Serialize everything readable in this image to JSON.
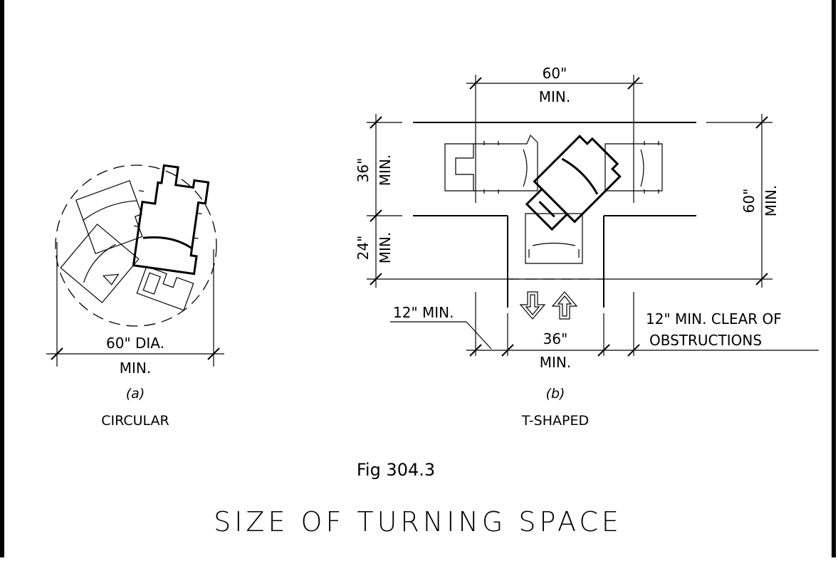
{
  "figure": {
    "number": "Fig 304.3",
    "title": "SIZE OF TURNING SPACE"
  },
  "circular": {
    "dimension": "60\" DIA.",
    "dimension_min": "MIN.",
    "label": "(a)",
    "caption": "CIRCULAR"
  },
  "t_shaped": {
    "top_width": "60\"",
    "top_width_min": "MIN.",
    "arm_depth": "36\"",
    "arm_depth_min": "MIN.",
    "stem_extra": "24\"",
    "stem_extra_min": "MIN.",
    "total_depth": "60\"",
    "total_depth_min": "MIN.",
    "stem_width": "36\"",
    "stem_width_min": "MIN.",
    "left_note": "12\" MIN.",
    "right_note_line1": "12\" MIN. CLEAR OF",
    "right_note_line2": "OBSTRUCTIONS",
    "label": "(b)",
    "caption": "T-SHAPED"
  }
}
